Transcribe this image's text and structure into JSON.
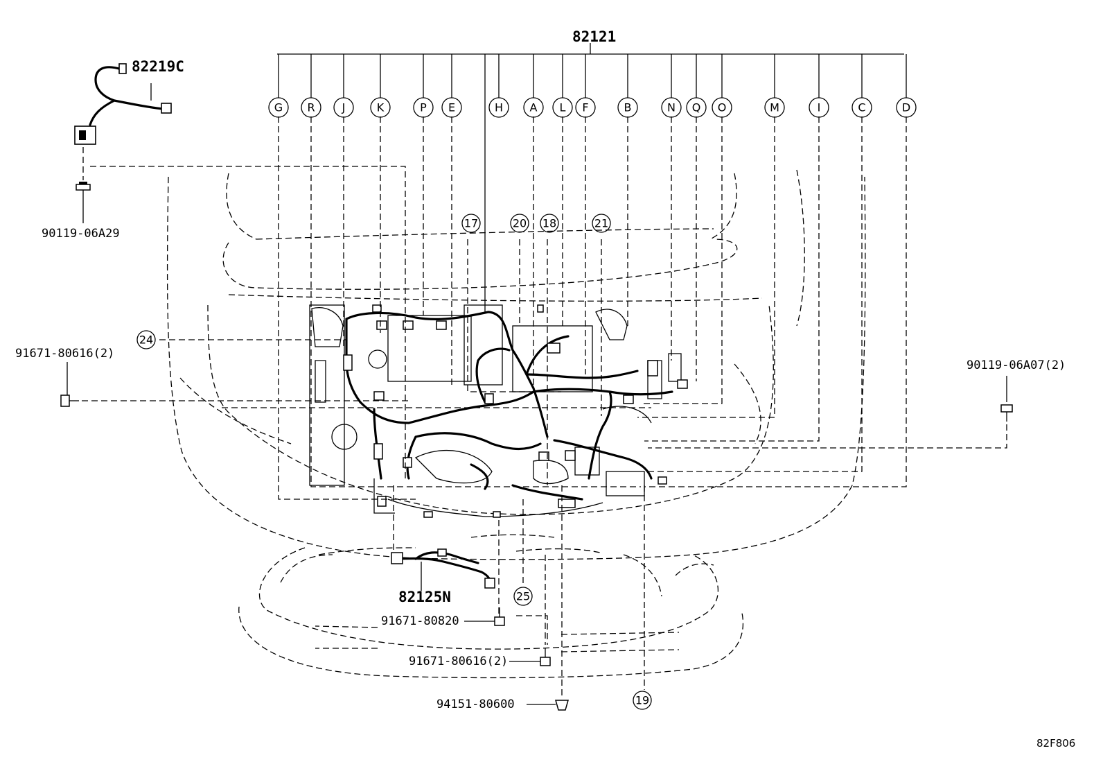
{
  "part_labels": {
    "main_harness": "82121",
    "sensor_harness": "82219C",
    "sub_harness": "82125N"
  },
  "fasteners": {
    "bolt_top_left": "90119-06A29",
    "bolt_left": "91671-80616(2)",
    "bolt_right": "90119-06A07(2)",
    "bolt_bottom_1": "91671-80820",
    "bolt_bottom_2": "91671-80616(2)",
    "clip_bottom": "94151-80600"
  },
  "callout_letters": [
    "G",
    "R",
    "J",
    "K",
    "P",
    "E",
    "H",
    "A",
    "L",
    "F",
    "B",
    "N",
    "Q",
    "O",
    "M",
    "I",
    "C",
    "D"
  ],
  "callout_numbers": {
    "n17": "17",
    "n20": "20",
    "n18": "18",
    "n21": "21",
    "n24": "24",
    "n25": "25",
    "n19": "19"
  },
  "figure_code": "82F806"
}
